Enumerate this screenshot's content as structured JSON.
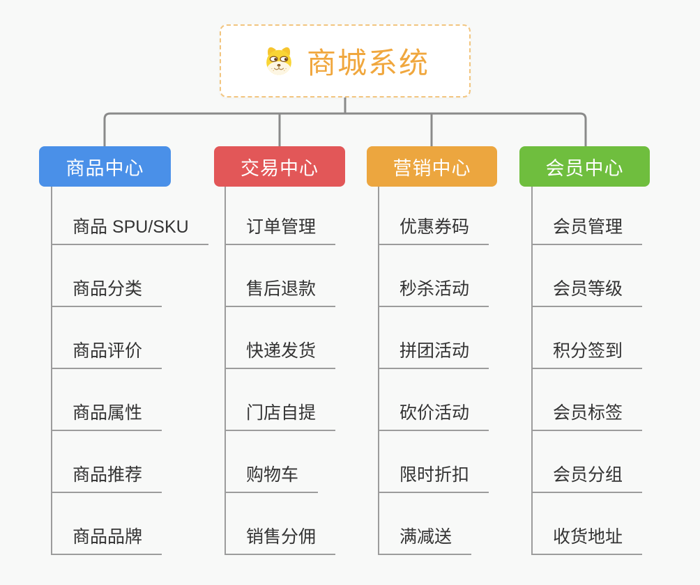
{
  "root": {
    "title": "商城系统",
    "icon": "dog-face-icon",
    "title_color": "#f0a73e",
    "border_color": "#f2c57f"
  },
  "connector_color": "#8a8a8a",
  "child_line_color": "#9c9c9c",
  "branches": [
    {
      "label": "商品中心",
      "color": "#4a90e8",
      "children": [
        "商品 SPU/SKU",
        "商品分类",
        "商品评价",
        "商品属性",
        "商品推荐",
        "商品品牌"
      ]
    },
    {
      "label": "交易中心",
      "color": "#e25758",
      "children": [
        "订单管理",
        "售后退款",
        "快递发货",
        "门店自提",
        "购物车",
        "销售分佣"
      ]
    },
    {
      "label": "营销中心",
      "color": "#eca63f",
      "children": [
        "优惠券码",
        "秒杀活动",
        "拼团活动",
        "砍价活动",
        "限时折扣",
        "满减送"
      ]
    },
    {
      "label": "会员中心",
      "color": "#6fbe3e",
      "children": [
        "会员管理",
        "会员等级",
        "积分签到",
        "会员标签",
        "会员分组",
        "收货地址"
      ]
    }
  ]
}
